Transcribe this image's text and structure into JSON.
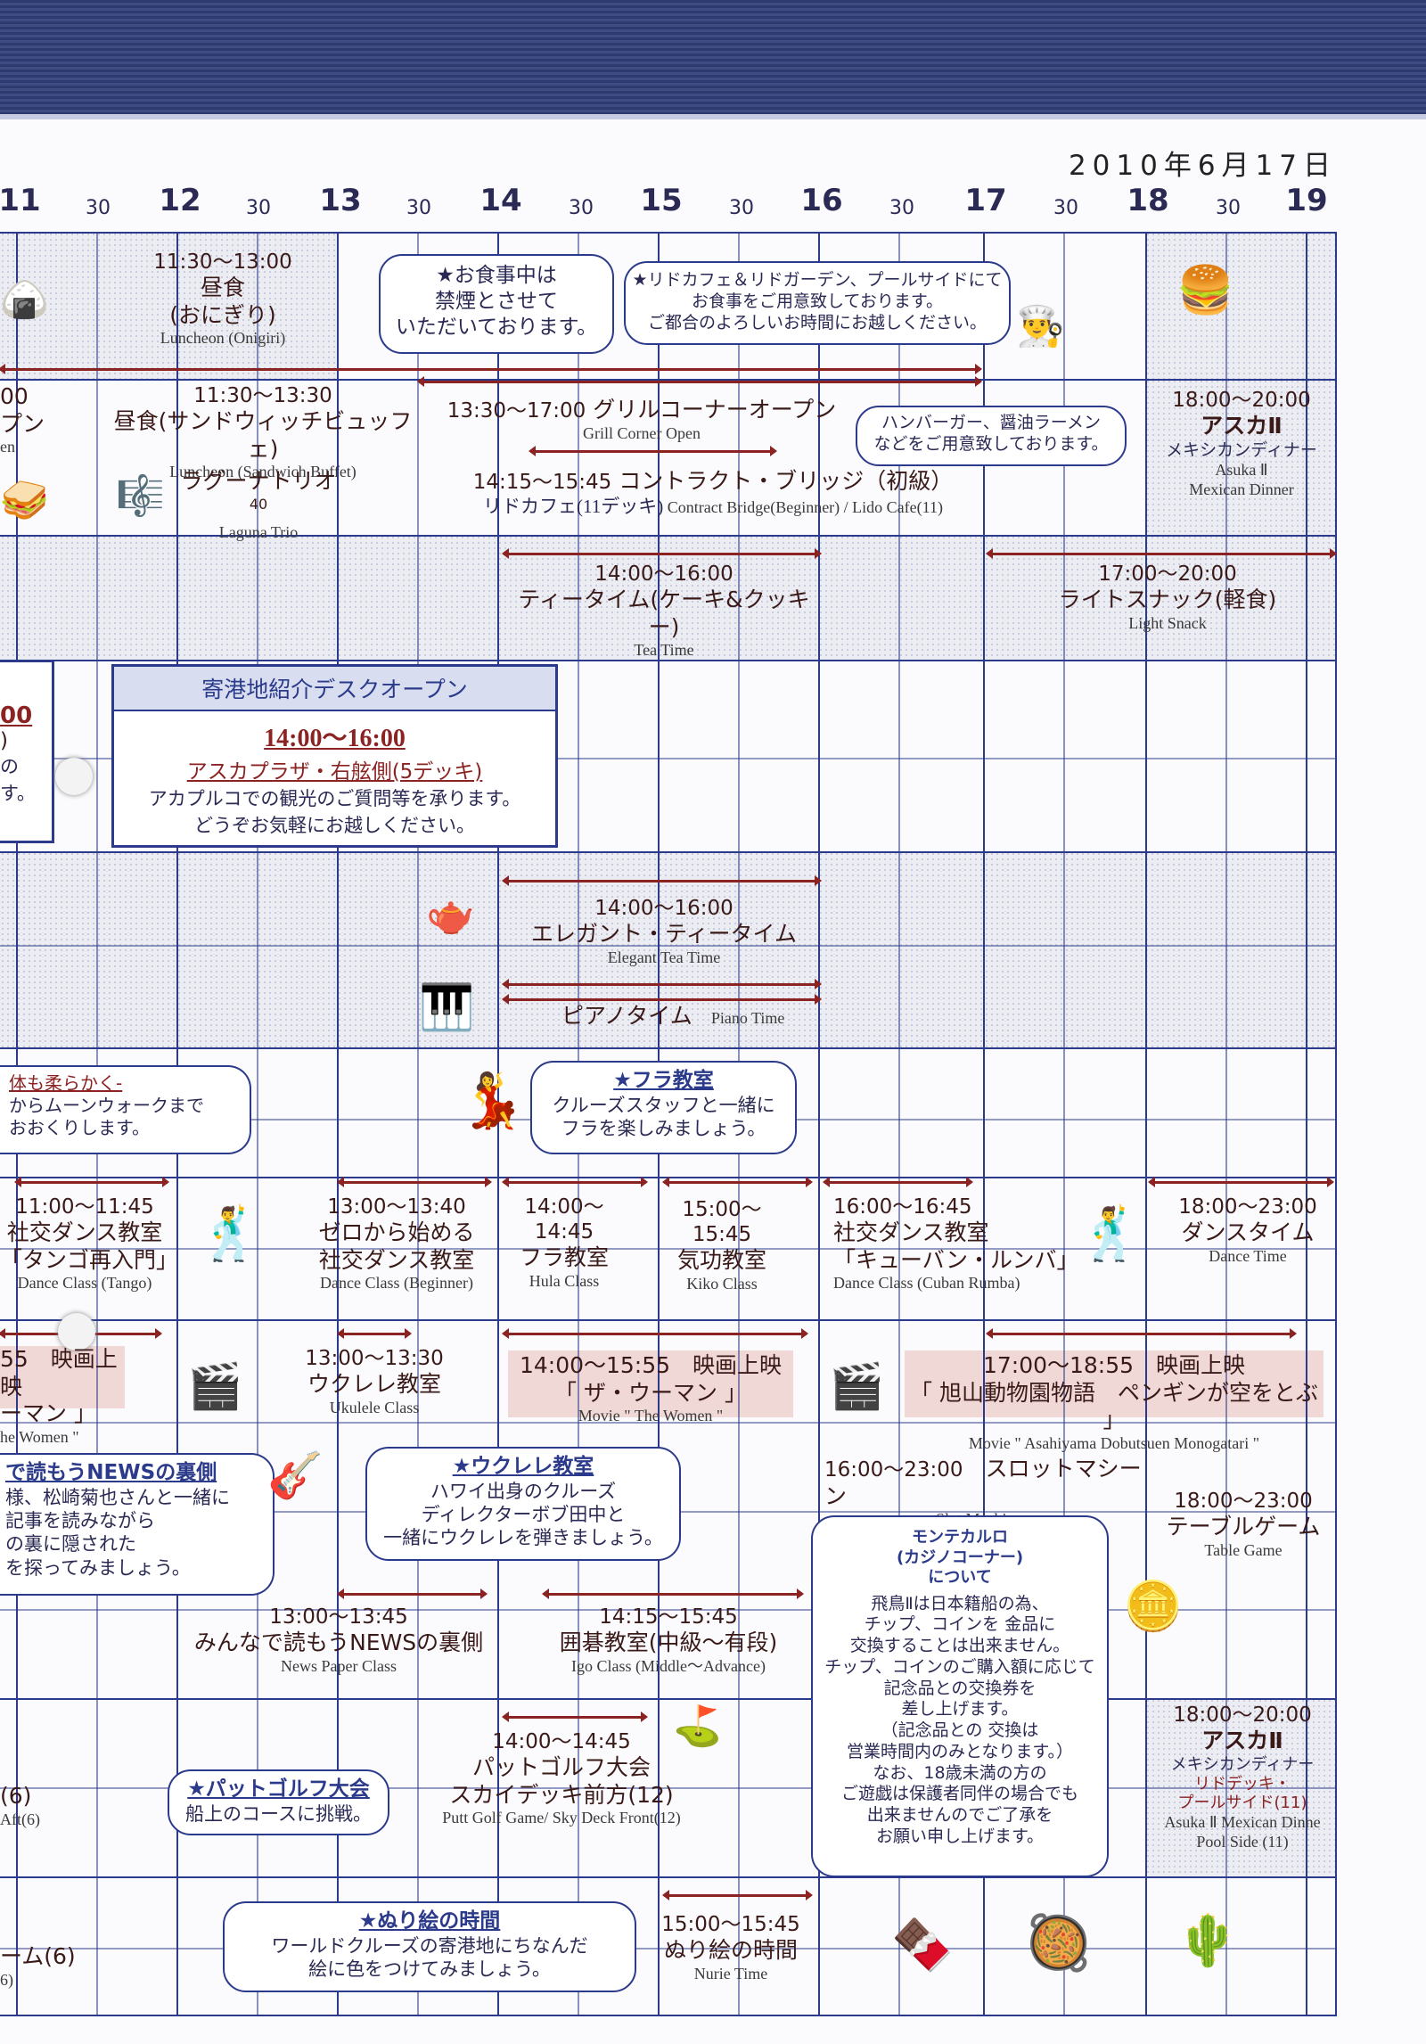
{
  "date": "2010年6月17日",
  "timeline": {
    "hours": [
      "11",
      "12",
      "13",
      "14",
      "15",
      "16",
      "17",
      "18",
      "19"
    ],
    "half": "30"
  },
  "row1": {
    "lunch": {
      "time": "11:30〜13:00",
      "name": "昼食",
      "sub": "(おにぎり)",
      "en": "Luncheon (Onigiri)"
    },
    "smoke_bubble": {
      "l1": "★お食事中は",
      "l2": "禁煙とさせて",
      "l3": "いただいております。"
    },
    "lido_bubble": {
      "l1": "★リドカフェ＆リドガーデン、プールサイドにて",
      "l2": "お食事をご用意致しております。",
      "l3": "ご都合のよろしいお時間にお越しください。"
    }
  },
  "row2": {
    "left_time": "00",
    "left_name": "プン",
    "left_en": "en",
    "lunch2": {
      "time": "11:30〜13:30",
      "name": "昼食(サンドウィッチビュッフェ)",
      "en": "Luncheon (Sandwich Buffet)"
    },
    "laguna": {
      "name": "ラグーナトリオ",
      "num": "40",
      "en": "Laguna Trio"
    },
    "grill": {
      "time": "13:30〜17:00",
      "name": "グリルコーナーオープン",
      "en": "Grill Corner Open"
    },
    "grill_bubble": {
      "l1": "ハンバーガー、醤油ラーメン",
      "l2": "などをご用意致しております。"
    },
    "bridge": {
      "time": "14:15〜15:45",
      "name": "コントラクト・ブリッジ（初級）",
      "venue": "リドカフェ(11デッキ)",
      "en": "Contract Bridge(Beginner) / Lido Cafe(11)"
    },
    "asuka": {
      "time": "18:00〜20:00",
      "name": "アスカⅡ",
      "sub": "メキシカンディナー",
      "en1": "Asuka Ⅱ",
      "en2": "Mexican Dinner"
    }
  },
  "row3": {
    "tea": {
      "time": "14:00〜16:00",
      "name": "ティータイム(ケーキ&クッキー)",
      "en": "Tea Time"
    },
    "snack": {
      "time": "17:00〜20:00",
      "name": "ライトスナック(軽食)",
      "en": "Light Snack"
    }
  },
  "row4": {
    "left_time": "00",
    "left_l1": ")",
    "left_l2": "の",
    "left_l3": "す。",
    "desk": {
      "title": "寄港地紹介デスクオープン",
      "time": "14:00〜16:00",
      "place": "アスカプラザ・右舷側(5デッキ)",
      "l1": "アカプルコでの観光のご質問等を承ります。",
      "l2": "どうぞお気軽にお越しください。"
    }
  },
  "row5": {
    "elegant": {
      "time": "14:00〜16:00",
      "name": "エレガント・ティータイム",
      "en": "Elegant Tea Time"
    },
    "piano": {
      "name": "ピアノタイム",
      "en": "Piano Time"
    }
  },
  "row6": {
    "left_bubble": {
      "l1": "体も柔らかく-",
      "l2": "からムーンウォークまで",
      "l3": "おおくりします。"
    },
    "hula_bubble": {
      "h": "★フラ教室",
      "l1": "クルーズスタッフと一緒に",
      "l2": "フラを楽しみましょう。"
    }
  },
  "row7": {
    "tango": {
      "time": "11:00〜11:45",
      "name": "社交ダンス教室",
      "sub": "「タンゴ再入門」",
      "en": "Dance Class (Tango)"
    },
    "beginner": {
      "time": "13:00〜13:40",
      "l1": "ゼロから始める",
      "l2": "社交ダンス教室",
      "en": "Dance Class (Beginner)"
    },
    "hula": {
      "time": "14:00〜14:45",
      "name": "フラ教室",
      "en": "Hula Class"
    },
    "kiko": {
      "time": "15:00〜15:45",
      "name": "気功教室",
      "en": "Kiko Class"
    },
    "rumba": {
      "time": "16:00〜16:45",
      "name": "社交ダンス教室",
      "sub": "「キューバン・ルンバ」",
      "en": "Dance Class (Cuban Rumba)"
    },
    "dance": {
      "time": "18:00〜23:00",
      "name": "ダンスタイム",
      "en": "Dance Time"
    }
  },
  "row8": {
    "left_l1": "55　映画上映",
    "left_l2": "ーマン 」",
    "left_l3": "he Women \"",
    "ukulele": {
      "time": "13:00〜13:30",
      "name": "ウクレレ教室",
      "en": "Ukulele Class"
    },
    "movie1": {
      "l1": "14:00〜15:55　映画上映",
      "l2": "「 ザ・ウーマン 」",
      "en": "Movie \" The Women \""
    },
    "movie2": {
      "l1": "17:00〜18:55　映画上映",
      "l2": "「 旭山動物園物語　ペンギンが空をとぶ 」",
      "en": "Movie \" Asahiyama Dobutsuen Monogatari \""
    }
  },
  "row9": {
    "news_bubble": {
      "h": "で読もうNEWSの裏側",
      "l1": "様、松崎菊也さんと一緒に",
      "l2": "記事を読みながら",
      "l3": "の裏に隠された",
      "l4": "を探ってみましょう。"
    },
    "uku_bubble": {
      "h": "★ウクレレ教室",
      "l1": "ハワイ出身のクルーズ",
      "l2": "ディレクターボブ田中と",
      "l3": "一緒にウクレレを弾きましょう。"
    },
    "slot": {
      "time": "16:00〜23:00",
      "name": "スロットマシーン",
      "en": "Slot Machine"
    },
    "table": {
      "time": "18:00〜23:00",
      "name": "テーブルゲーム",
      "en": "Table Game"
    },
    "casino": {
      "h1": "モンテカルロ",
      "h2": "(カジノコーナー)",
      "h3": "について",
      "lines": [
        "飛鳥Ⅱは日本籍船の為、",
        "チップ、コインを 金品に",
        "交換することは出来ません。",
        "チップ、コインのご購入額に応じて",
        "記念品との交換券を",
        "差し上げます。",
        "（記念品との 交換は",
        "営業時間内のみとなります。）",
        "なお、18歳未満の方の",
        "ご遊戯は保護者同伴の場合でも",
        "出来ませんのでご了承を",
        "お願い申し上げます。"
      ]
    },
    "news": {
      "time": "13:00〜13:45",
      "name": "みんなで読もうNEWSの裏側",
      "en": "News Paper Class"
    },
    "igo": {
      "time": "14:15〜15:45",
      "name": "囲碁教室(中級〜有段)",
      "en": "Igo Class (Middle〜Advance)"
    }
  },
  "row10": {
    "left_l1": "(6)",
    "left_l2": "Aft(6)",
    "putt_bubble": {
      "h": "★パットゴルフ大会",
      "l1": "船上のコースに挑戦。"
    },
    "putt": {
      "time": "14:00〜14:45",
      "name": "パットゴルフ大会",
      "sub": "スカイデッキ前方(12)",
      "en": "Putt Golf Game/ Sky Deck Front(12)"
    },
    "asuka2": {
      "time": "18:00〜20:00",
      "name": "アスカⅡ",
      "sub1": "メキシカンディナー",
      "sub2": "リドデッキ・",
      "sub3": "プールサイド(11)",
      "en1": "Asuka Ⅱ Mexican Dinne",
      "en2": "Pool Side (11)"
    }
  },
  "row11": {
    "left_l1": "ーム(6)",
    "left_l2": "6)",
    "nurie_bubble": {
      "h": "★ぬり絵の時間",
      "l1": "ワールドクルーズの寄港地にちなんだ",
      "l2": "絵に色をつけてみましょう。"
    },
    "nurie": {
      "time": "15:00〜15:45",
      "name": "ぬり絵の時間",
      "en": "Nurie Time"
    }
  },
  "colors": {
    "grid": "#2b3a8a",
    "arrow": "#8b2323",
    "shade": "#ececf3",
    "movie_bg": "#f0d8d6",
    "header": "#2d3a6f"
  }
}
